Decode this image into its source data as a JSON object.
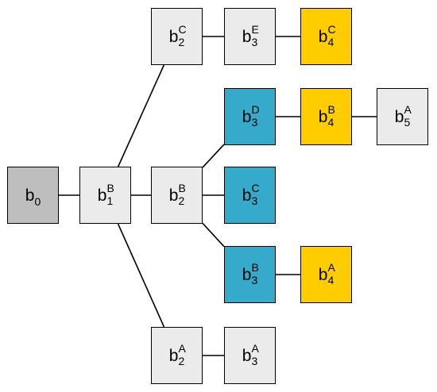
{
  "colors": {
    "genesis": "#BEBEBE",
    "neutral": "#EBEBEB",
    "blue": "#35AACB",
    "yellow": "#FFCC00",
    "stroke": "#000000"
  },
  "blocks": [
    {
      "id": "b0",
      "symbol": "b",
      "subscript": "0",
      "superscript": "",
      "color": "genesis"
    },
    {
      "id": "b1B",
      "symbol": "b",
      "subscript": "1",
      "superscript": "B",
      "color": "neutral"
    },
    {
      "id": "b2C",
      "symbol": "b",
      "subscript": "2",
      "superscript": "C",
      "color": "neutral"
    },
    {
      "id": "b2B",
      "symbol": "b",
      "subscript": "2",
      "superscript": "B",
      "color": "neutral"
    },
    {
      "id": "b2A",
      "symbol": "b",
      "subscript": "2",
      "superscript": "A",
      "color": "neutral"
    },
    {
      "id": "b3E",
      "symbol": "b",
      "subscript": "3",
      "superscript": "E",
      "color": "neutral"
    },
    {
      "id": "b3D",
      "symbol": "b",
      "subscript": "3",
      "superscript": "D",
      "color": "blue"
    },
    {
      "id": "b3C",
      "symbol": "b",
      "subscript": "3",
      "superscript": "C",
      "color": "blue"
    },
    {
      "id": "b3B",
      "symbol": "b",
      "subscript": "3",
      "superscript": "B",
      "color": "blue"
    },
    {
      "id": "b3A",
      "symbol": "b",
      "subscript": "3",
      "superscript": "A",
      "color": "neutral"
    },
    {
      "id": "b4C",
      "symbol": "b",
      "subscript": "4",
      "superscript": "C",
      "color": "yellow"
    },
    {
      "id": "b4B",
      "symbol": "b",
      "subscript": "4",
      "superscript": "B",
      "color": "yellow"
    },
    {
      "id": "b4A",
      "symbol": "b",
      "subscript": "4",
      "superscript": "A",
      "color": "yellow"
    },
    {
      "id": "b5A",
      "symbol": "b",
      "subscript": "5",
      "superscript": "A",
      "color": "neutral"
    }
  ],
  "edges": [
    [
      "b0",
      "b1B"
    ],
    [
      "b1B",
      "b2C"
    ],
    [
      "b1B",
      "b2B"
    ],
    [
      "b1B",
      "b2A"
    ],
    [
      "b2C",
      "b3E"
    ],
    [
      "b3E",
      "b4C"
    ],
    [
      "b2B",
      "b3D"
    ],
    [
      "b2B",
      "b3C"
    ],
    [
      "b2B",
      "b3B"
    ],
    [
      "b3D",
      "b4B"
    ],
    [
      "b4B",
      "b5A"
    ],
    [
      "b3B",
      "b4A"
    ],
    [
      "b2A",
      "b3A"
    ]
  ]
}
